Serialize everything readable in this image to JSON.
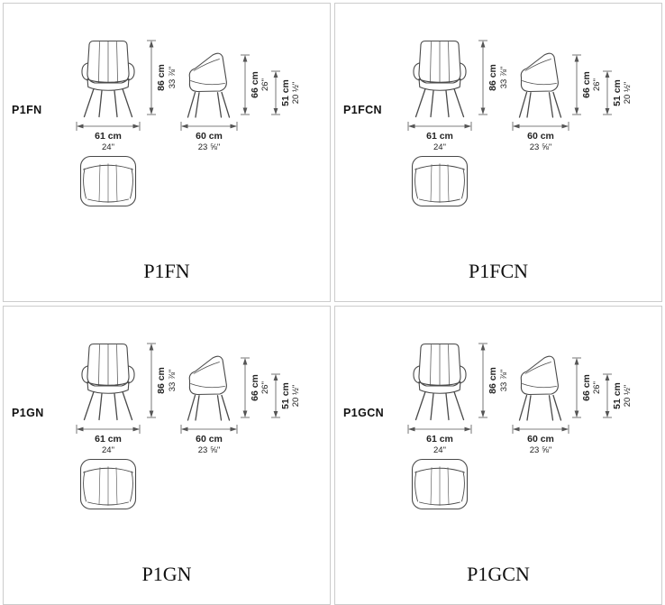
{
  "sheet": {
    "background_color": "#ffffff",
    "panel_border_color": "#cccccc",
    "line_color": "#4a4a4a"
  },
  "panels": [
    {
      "code": "P1FN",
      "caption": "P1FN"
    },
    {
      "code": "P1FCN",
      "caption": "P1FCN"
    },
    {
      "code": "P1GN",
      "caption": "P1GN"
    },
    {
      "code": "P1GCN",
      "caption": "P1GCN"
    }
  ],
  "dimensions": {
    "front_height_cm": "86 cm",
    "front_height_in": "33 ⅞\"",
    "front_width_cm": "61 cm",
    "front_width_in": "24\"",
    "side_height_cm": "66 cm",
    "side_height_in": "26\"",
    "side_lower_height_cm": "51 cm",
    "side_lower_height_in": "20 ½\"",
    "side_width_cm": "60 cm",
    "side_width_in": "23 ⅝\""
  }
}
